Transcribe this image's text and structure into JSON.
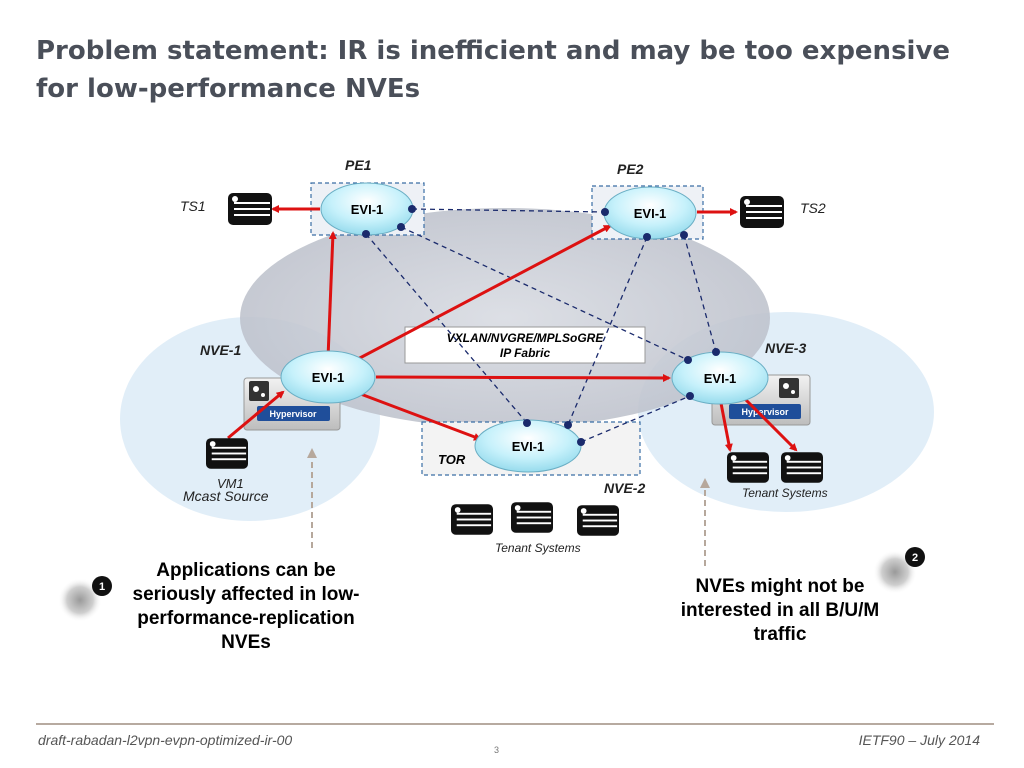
{
  "slide": {
    "title": "Problem statement: IR is inefficient and may be too expensive for low-performance NVEs",
    "footer_left": "draft-rabadan-l2vpn-evpn-optimized-ir-00",
    "footer_right": "IETF90 – July 2014",
    "page_number": "3"
  },
  "diagram": {
    "fabric_label_line1": "VXLAN/NVGRE/MPLSoGRE",
    "fabric_label_line2": "IP Fabric",
    "pe1": {
      "label": "PE1",
      "evi": "EVI-1",
      "ts": "TS1"
    },
    "pe2": {
      "label": "PE2",
      "evi": "EVI-1",
      "ts": "TS2"
    },
    "nve1": {
      "label": "NVE-1",
      "evi": "EVI-1",
      "hypervisor": "Hypervisor",
      "vm_line1": "VM1",
      "vm_line2": "Mcast Source"
    },
    "nve2": {
      "label": "NVE-2",
      "evi": "EVI-1",
      "tor": "TOR",
      "tenant": "Tenant Systems"
    },
    "nve3": {
      "label": "NVE-3",
      "evi": "EVI-1",
      "hypervisor": "Hypervisor",
      "tenant": "Tenant Systems"
    },
    "colors": {
      "replication": "#dd1111",
      "control": "#1a2a6c",
      "evi_fill": "#bfeffb",
      "site_fill": "#dcebf7",
      "fabric_fill": "#c9cdd6"
    }
  },
  "callouts": {
    "one": {
      "number": "1",
      "text": "Applications can be seriously affected in low-performance-replication NVEs"
    },
    "two": {
      "number": "2",
      "text": "NVEs might not be interested in all B/U/M traffic"
    }
  }
}
